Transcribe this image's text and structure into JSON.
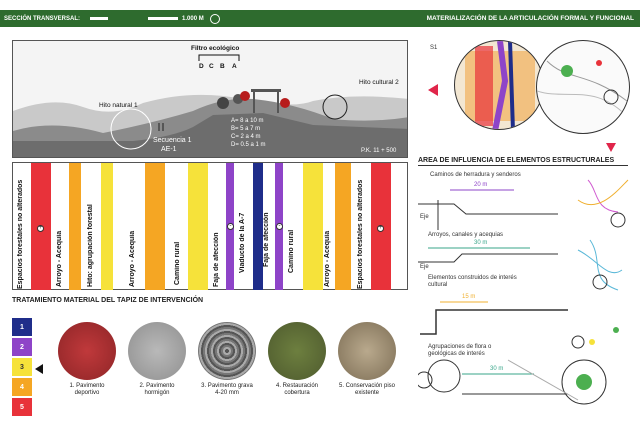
{
  "header": {
    "section_label": "SECCIÓN TRANSVERSAL:",
    "scale_label": "1.000 M",
    "title": "MATERIALIZACIÓN DE LA ARTICULACIÓN FORMAL Y FUNCIONAL"
  },
  "section": {
    "filtro_label": "Filtro ecológico",
    "letters": [
      "D",
      "C",
      "B",
      "A"
    ],
    "hito_natural": "Hito natural 1",
    "hito_cultural": "Hito cultural 2",
    "secuencia": "Secuencia 1",
    "ae": "AE-1",
    "dims": [
      "A= 8 a 10 m",
      "B= 5 a 7 m",
      "C= 2 a 4 m",
      "D= 0.5 a 1 m"
    ],
    "pk": "P.K. 11 + 500",
    "s1": "S1"
  },
  "strips": {
    "labels": [
      "Espacios forestales no alterados",
      "Arroyo - Acequia",
      "Hito: agrupación forestal",
      "Arroyo - Acequia",
      "Camino rural",
      "Faja de afección",
      "Viaducto de la A-7",
      "Faja de afección",
      "Camino rural",
      "Arroyo - Acequia",
      "Espacios forestales no alterados"
    ]
  },
  "treatment": {
    "title": "TRATAMIENTO MATERIAL DEL TAPIZ DE INTERVENCIÓN",
    "legend": [
      "1",
      "2",
      "3",
      "4",
      "5"
    ],
    "materials": [
      "1. Pavimento deportivo",
      "2. Pavimento hormigón",
      "3. Pavimento grava 4-20 mm",
      "4. Restauración cobertura",
      "5. Conservación piso existente"
    ]
  },
  "influence": {
    "title": "AREA DE INFLUENCIA DE ELEMENTOS ESTRUCTURALES",
    "items": [
      {
        "label": "Caminos de herradura y senderos",
        "dist": "20 m"
      },
      {
        "label": "Arroyos, canales y acequias",
        "dist": "30 m"
      },
      {
        "label": "Elementos construidos de interés cultural",
        "dist": "15 m"
      },
      {
        "label": "Agrupaciones de flora o geológicas de interés",
        "dist": "30 m"
      }
    ],
    "eje": "Eje"
  },
  "colors": {
    "green_band": "#2e6b2e",
    "red": "#e8323a",
    "orange": "#f5a623",
    "yellow": "#f6e23a",
    "purple": "#8e44c8",
    "navy": "#1f2d8a"
  }
}
